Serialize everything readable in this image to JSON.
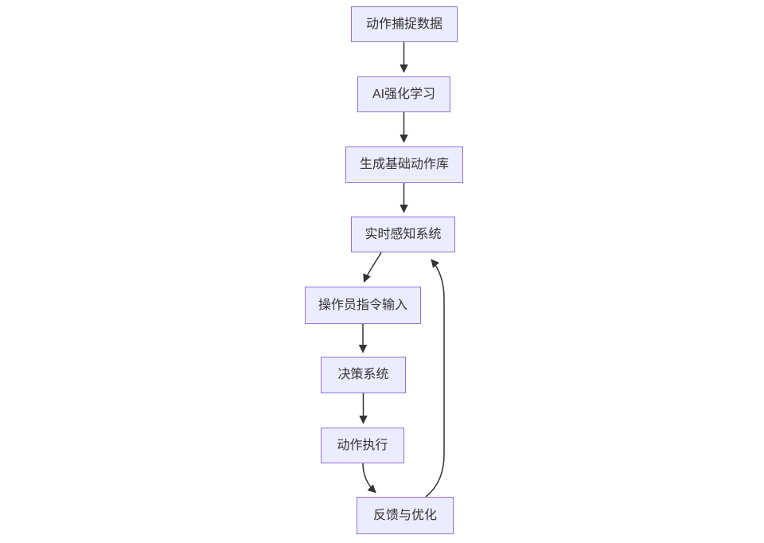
{
  "diagram": {
    "type": "flowchart",
    "direction": "top-to-bottom",
    "nodes": [
      {
        "id": "A",
        "label": "动作捕捉数据"
      },
      {
        "id": "B",
        "label": "AI强化学习"
      },
      {
        "id": "C",
        "label": "生成基础动作库"
      },
      {
        "id": "D",
        "label": "实时感知系统"
      },
      {
        "id": "E",
        "label": "操作员指令输入"
      },
      {
        "id": "F",
        "label": "决策系统"
      },
      {
        "id": "G",
        "label": "动作执行"
      },
      {
        "id": "H",
        "label": "反馈与优化"
      }
    ],
    "edges": [
      {
        "from": "动作捕捉数据",
        "to": "AI强化学习",
        "style": "arrow"
      },
      {
        "from": "AI强化学习",
        "to": "生成基础动作库",
        "style": "arrow"
      },
      {
        "from": "生成基础动作库",
        "to": "实时感知系统",
        "style": "arrow"
      },
      {
        "from": "实时感知系统",
        "to": "操作员指令输入",
        "style": "arrow"
      },
      {
        "from": "操作员指令输入",
        "to": "决策系统",
        "style": "arrow"
      },
      {
        "from": "决策系统",
        "to": "动作执行",
        "style": "arrow"
      },
      {
        "from": "动作执行",
        "to": "反馈与优化",
        "style": "arrow"
      },
      {
        "from": "反馈与优化",
        "to": "实时感知系统",
        "style": "arrow-feedback-loop"
      }
    ],
    "colors": {
      "node_fill": "#ECECFF",
      "node_border": "#9370DB",
      "edge": "#333333",
      "text": "#333333",
      "background": "#FFFFFF"
    }
  }
}
